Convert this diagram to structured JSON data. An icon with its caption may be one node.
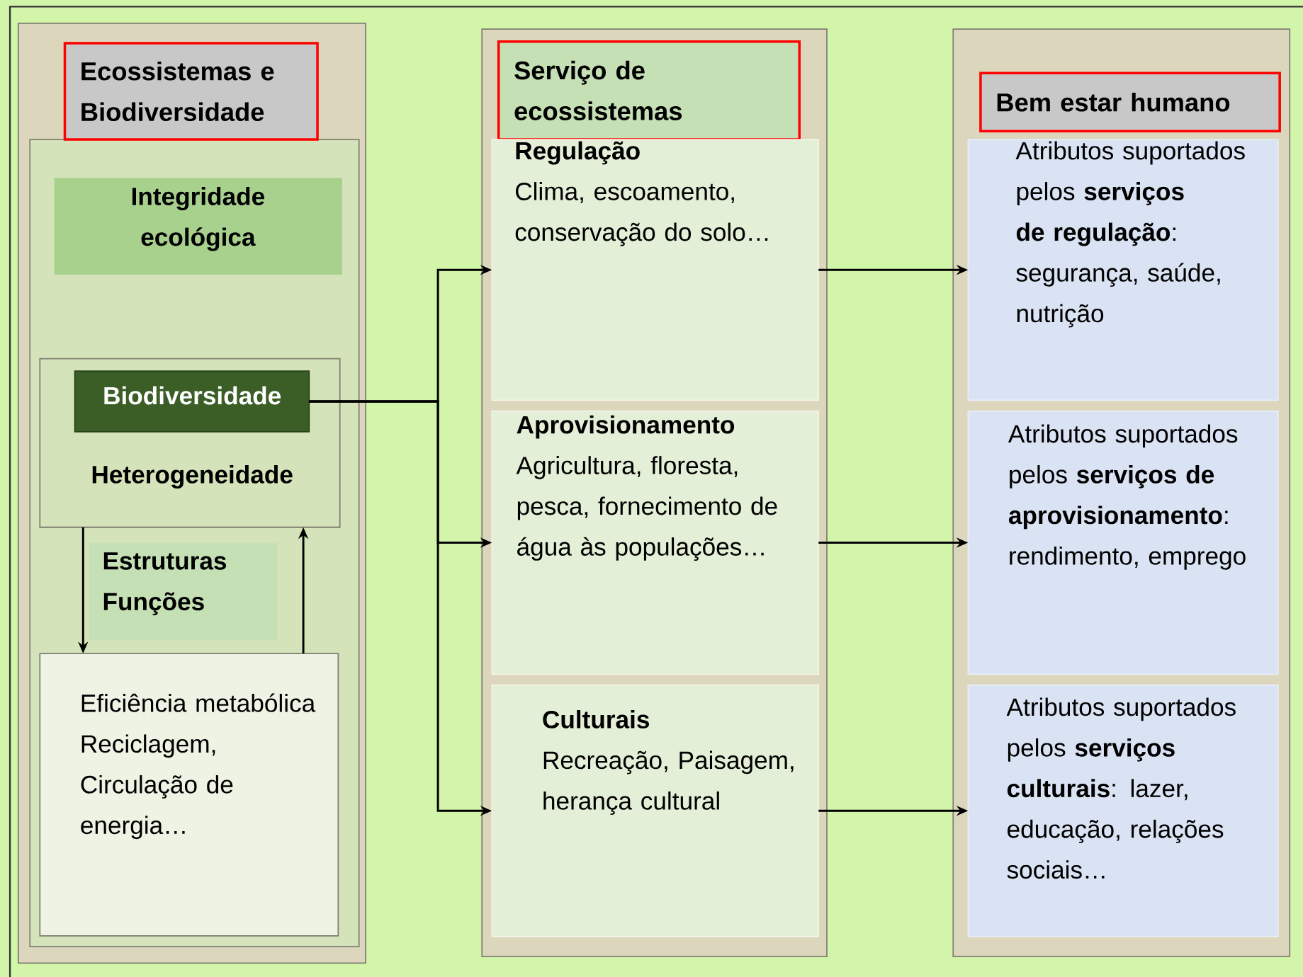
{
  "diagram": {
    "nodes": [
      {
        "text": [
          "Ecossistemas e Biodiversidade"
        ]
      },
      {
        "text": [
          "Integridade ecológica"
        ],
        "in": 0
      },
      {
        "text": [
          "Heterogeneidade"
        ],
        "in": 0
      },
      {
        "text": [
          "Biodiversidade"
        ],
        "in": 2
      },
      {
        "text": [
          "Estruturas Funções"
        ],
        "in": 0
      },
      {
        "text": [
          "Eficiência metabólica Reciclagem, Circulação de energia…"
        ],
        "in": 0
      },
      {
        "text": [
          "Serviço de ecossistemas"
        ]
      },
      {
        "text": [
          "Regulação",
          "Clima, escoamento, conservação do solo…"
        ],
        "in": 6
      },
      {
        "text": [
          "Aprovisionamento",
          "Agricultura, floresta, pesca, fornecimento de água às populações…"
        ],
        "in": 6
      },
      {
        "text": [
          "Culturais",
          "Recreação, Paisagem, herança cultural"
        ],
        "in": 6
      },
      {
        "text": [
          "Bem estar humano"
        ]
      },
      {
        "text": [
          "Atributos suportados pelos **serviços de regulação**: segurança, saúde, nutrição"
        ],
        "in": 10
      },
      {
        "text": [
          "Atributos suportados pelos **serviços de aprovisionamento**: rendimento, emprego"
        ],
        "in": 10
      },
      {
        "text": [
          "Atributos suportados pelos **serviços culturais**: lazer, educação, relações sociais…"
        ],
        "in": 10
      }
    ],
    "edges": [
      {
        "from": 2,
        "to": 5,
        "arrow": "to"
      },
      {
        "from": 5,
        "to": 2,
        "arrow": "to"
      },
      {
        "from": 3,
        "to": 7,
        "arrow": "to"
      },
      {
        "from": 3,
        "to": 8,
        "arrow": "to"
      },
      {
        "from": 3,
        "to": 9,
        "arrow": "to"
      },
      {
        "from": 7,
        "to": 11,
        "arrow": "to"
      },
      {
        "from": 8,
        "to": 12,
        "arrow": "to"
      },
      {
        "from": 9,
        "to": 13,
        "arrow": "to"
      }
    ]
  }
}
